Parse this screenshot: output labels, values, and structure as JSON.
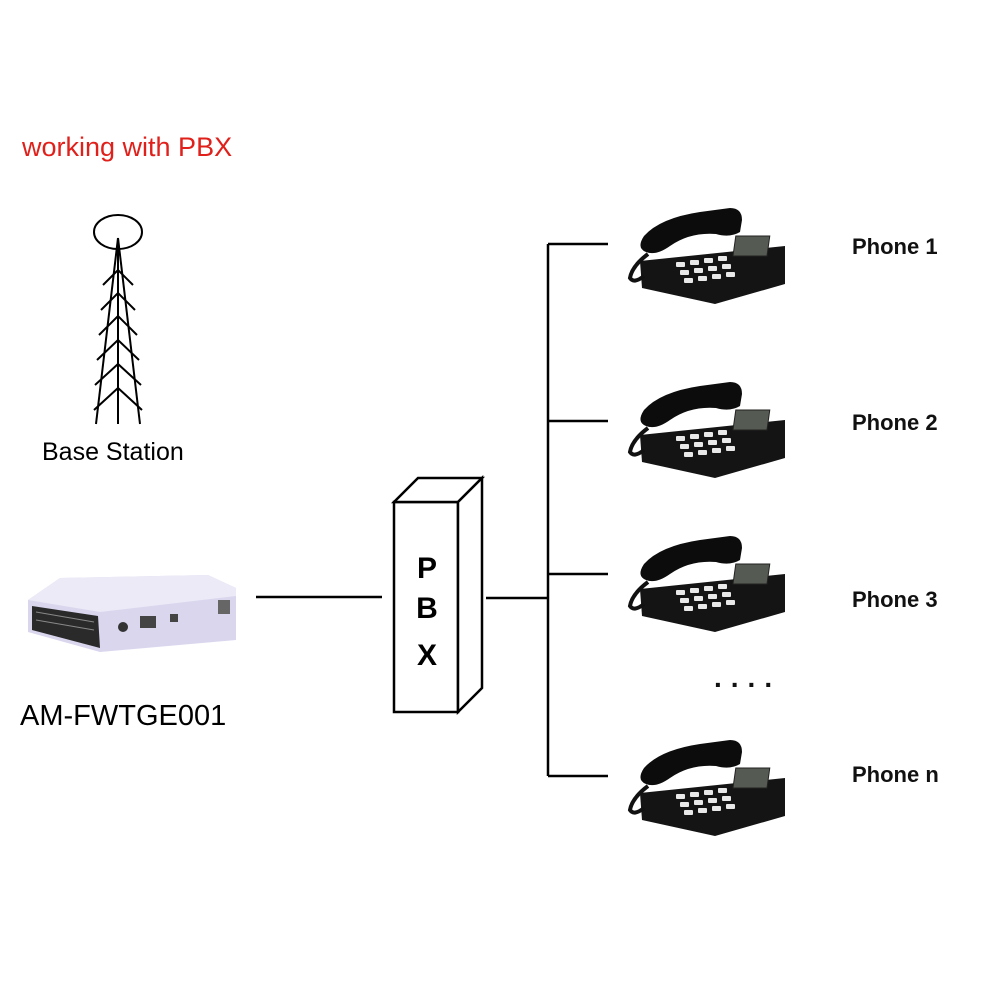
{
  "title": "working with PBX",
  "base_station": {
    "label": "Base Station",
    "icon": "antenna-tower-icon"
  },
  "device": {
    "label": "AM-FWTGE001",
    "icon": "gateway-device-icon"
  },
  "pbx": {
    "letters": [
      "P",
      "B",
      "X"
    ],
    "icon": "pbx-box-icon"
  },
  "phones": [
    {
      "label": "Phone 1"
    },
    {
      "label": "Phone 2"
    },
    {
      "label": "Phone 3"
    },
    {
      "label": "Phone n"
    }
  ],
  "ellipsis": "....",
  "colors": {
    "title": "#e0201b",
    "line": "#000000",
    "device_body": "#d9d6ee"
  }
}
